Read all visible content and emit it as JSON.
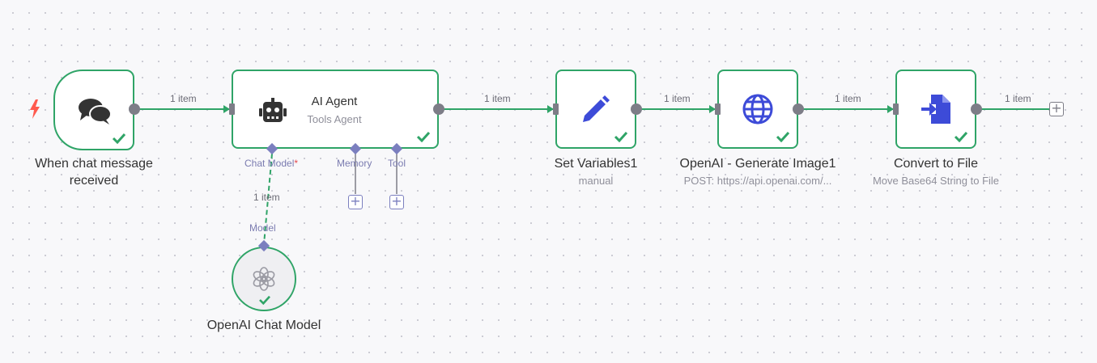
{
  "connection_label": "1 item",
  "nodes": {
    "chat_trigger": {
      "title": "When chat message received",
      "icon": "chat-bubbles-icon",
      "status": "success"
    },
    "ai_agent": {
      "title": "AI Agent",
      "subtitle": "Tools Agent",
      "icon": "robot-icon",
      "status": "success",
      "sub_ports": {
        "chat_model": "Chat Model",
        "required_mark": "*",
        "memory": "Memory",
        "tool": "Tool"
      }
    },
    "set_variables": {
      "title": "Set Variables1",
      "subtitle": "manual",
      "icon": "pencil-icon",
      "status": "success"
    },
    "openai_image": {
      "title": "OpenAI - Generate Image1",
      "subtitle": "POST: https://api.openai.com/...",
      "icon": "globe-icon",
      "status": "success"
    },
    "convert_file": {
      "title": "Convert to File",
      "subtitle": "Move Base64 String to File",
      "icon": "file-convert-icon",
      "status": "success"
    },
    "openai_chat_model": {
      "title": "OpenAI Chat Model",
      "port_label": "Model",
      "icon": "openai-logo-icon",
      "status": "success"
    }
  },
  "add_symbol": "+",
  "colors": {
    "success": "#2fa467",
    "node_icon": "#3d4bd8",
    "sub_port": "#7b7fbf",
    "trigger": "#ff5a4e"
  }
}
